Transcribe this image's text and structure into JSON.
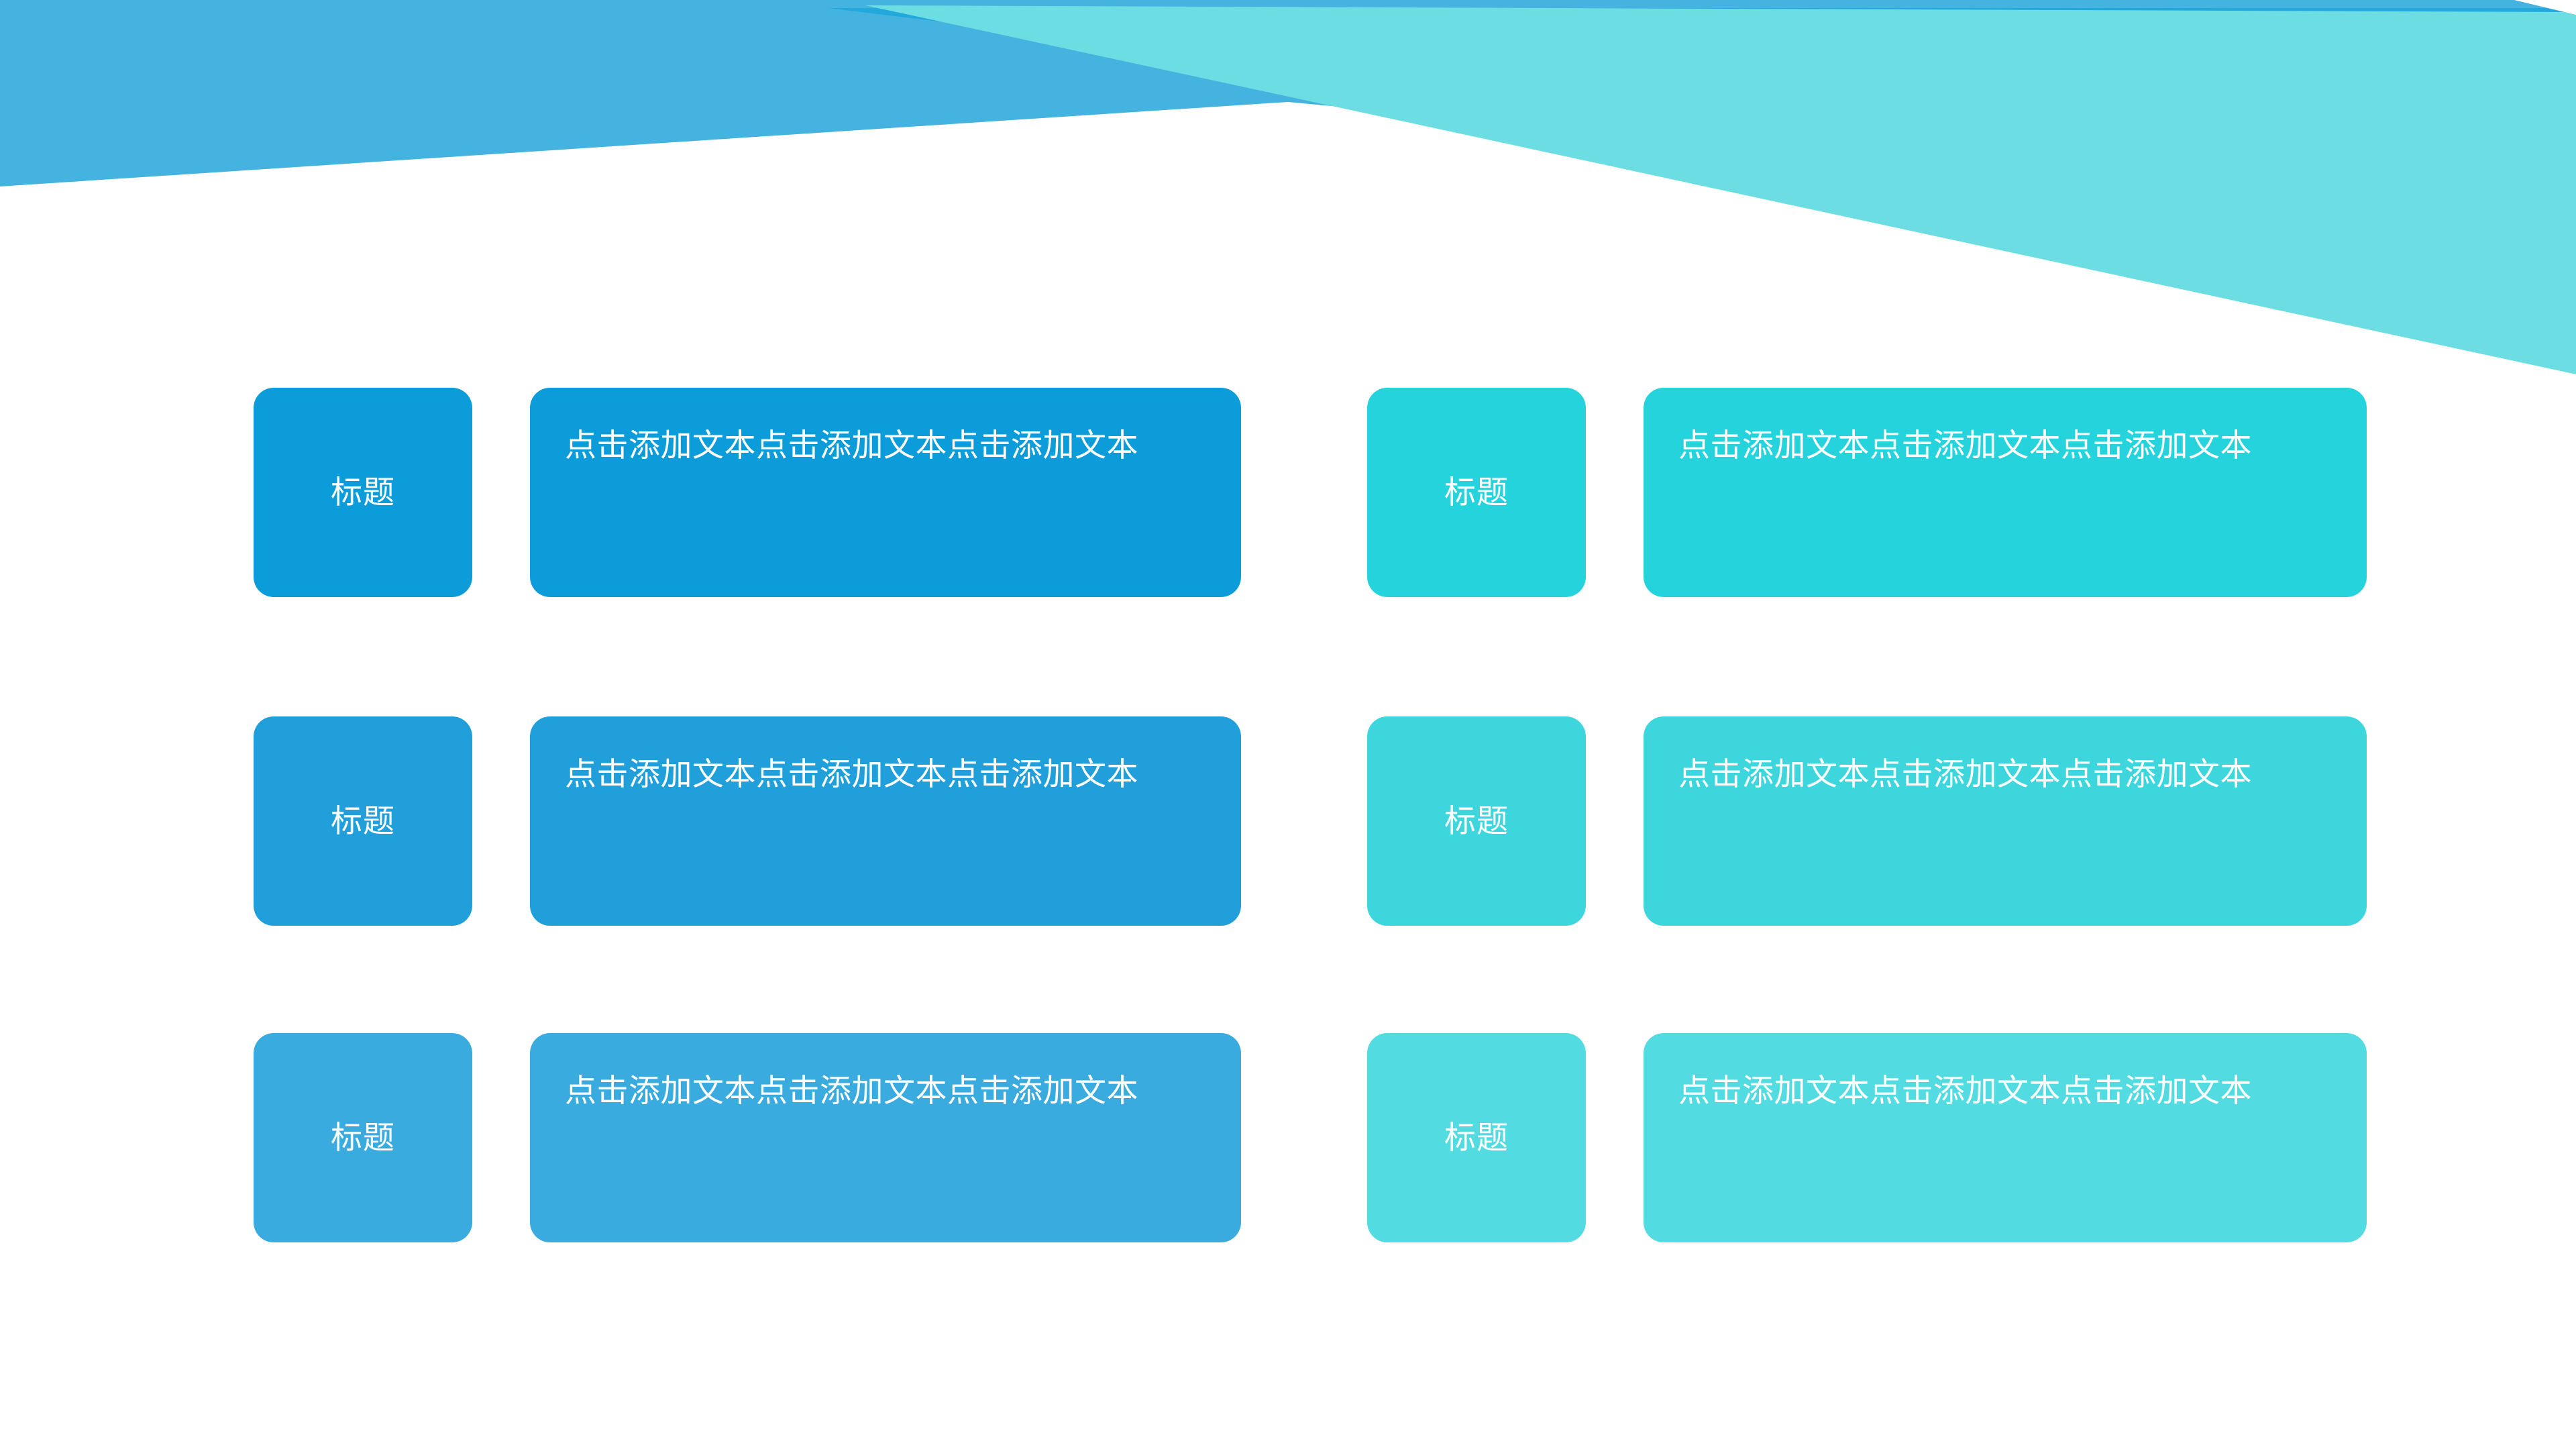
{
  "theme": {
    "background": "#ffffff",
    "text_on_card": "#ffffff",
    "deco_blue_light": "#45b3e0",
    "deco_blue_mid": "#23a8dc",
    "deco_teal": "#6ddde4",
    "deco_teal_edge": "#2fd2d8"
  },
  "decor": {
    "shapes": [
      {
        "name": "blue-wedge-left",
        "color": "#45b3e0"
      },
      {
        "name": "blue-wedge-overlay",
        "color": "#23a8dc"
      },
      {
        "name": "teal-wedge-right",
        "color": "#6ddde4"
      }
    ]
  },
  "columns": [
    {
      "id": "left",
      "rows": [
        {
          "title": "标题",
          "body": "点击添加文本点击添加文本点击添加文本",
          "title_color": "#0b9cd9",
          "body_color": "#0b9cd9"
        },
        {
          "title": "标题",
          "body": "点击添加文本点击添加文本点击添加文本",
          "title_color": "#219fdb",
          "body_color": "#219fdb"
        },
        {
          "title": "标题",
          "body": "点击添加文本点击添加文本点击添加文本",
          "title_color": "#3aabdf",
          "body_color": "#3aabdf"
        }
      ]
    },
    {
      "id": "right",
      "rows": [
        {
          "title": "标题",
          "body": "点击添加文本点击添加文本点击添加文本",
          "title_color": "#25d3dc",
          "body_color": "#25d3dc"
        },
        {
          "title": "标题",
          "body": "点击添加文本点击添加文本点击添加文本",
          "title_color": "#3ed6dd",
          "body_color": "#3ed6dd"
        },
        {
          "title": "标题",
          "body": "点击添加文本点击添加文本点击添加文本",
          "title_color": "#52dbe0",
          "body_color": "#52dbe0"
        }
      ]
    }
  ]
}
